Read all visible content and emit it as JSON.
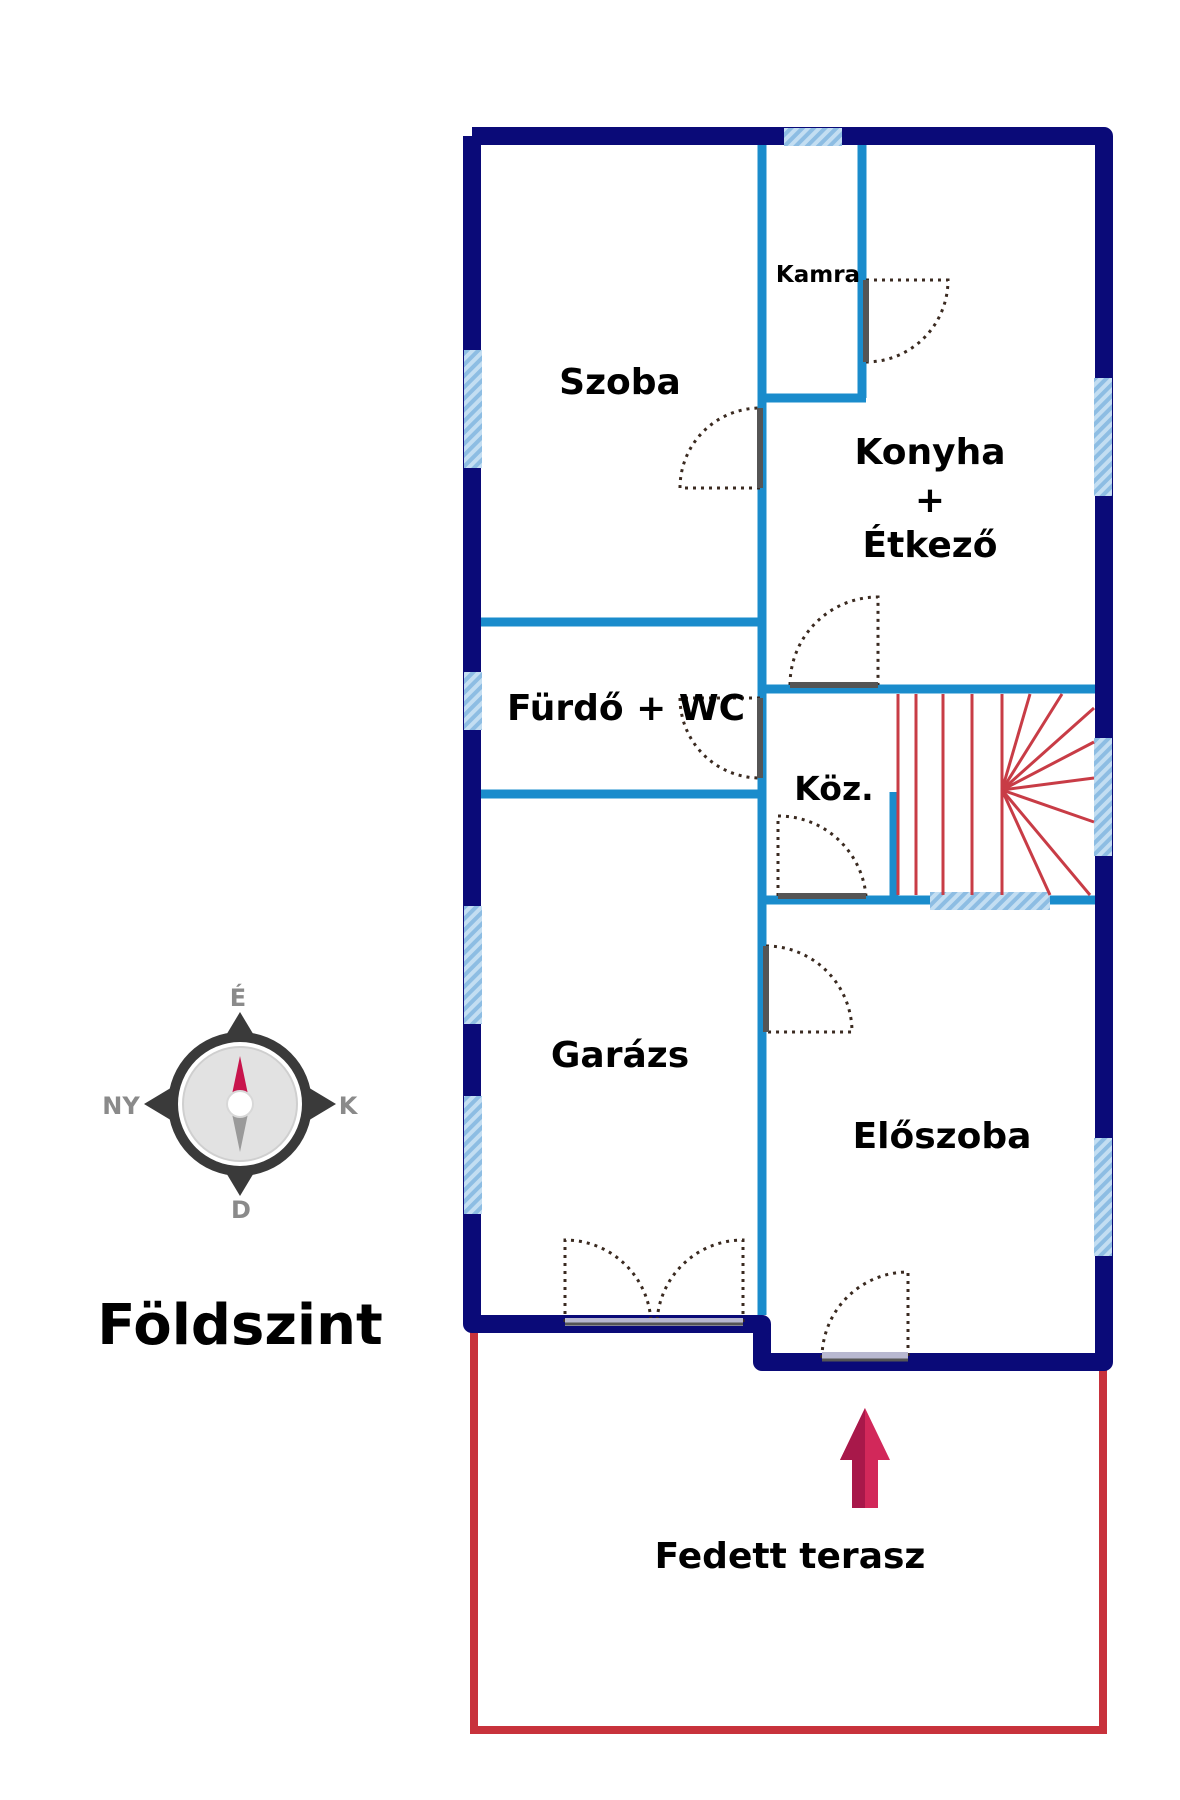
{
  "floor": {
    "title": "Földszint"
  },
  "rooms": {
    "szoba": "Szoba",
    "kamra": "Kamra",
    "konyha_line1": "Konyha",
    "konyha_line2": "+",
    "konyha_line3": "Étkező",
    "furdo": "Fürdő + WC",
    "koz": "Köz.",
    "garazs": "Garázs",
    "eloszoba": "Előszoba",
    "terasz": "Fedett terasz"
  },
  "compass": {
    "north": "É",
    "south": "D",
    "east": "K",
    "west": "NY"
  },
  "colors": {
    "exterior_wall": "#0a0a78",
    "interior_wall": "#1a8ccc",
    "window": "#9cc8e8",
    "terrace": "#c8323c",
    "stairs": "#c83c46",
    "door_swing": "#3a2a20",
    "door_leaf": "#555555",
    "compass_ring": "#3a3a3a",
    "compass_north": "#c8144c",
    "entry_arrow": "#d2285a"
  }
}
